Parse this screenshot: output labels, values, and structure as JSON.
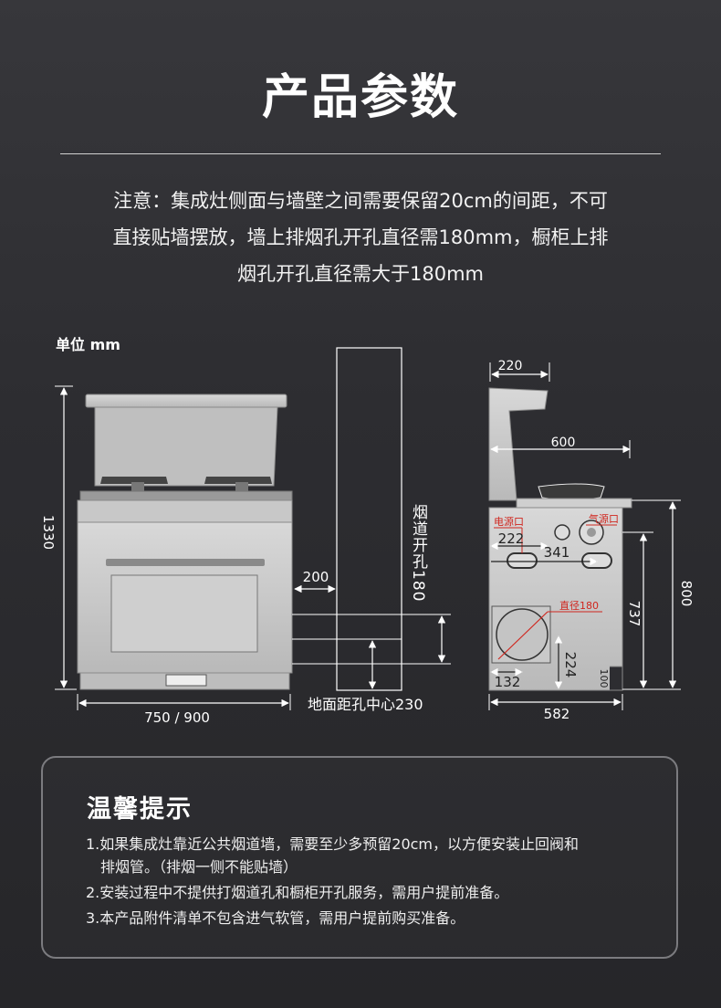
{
  "header": {
    "title": "产品参数"
  },
  "notice": {
    "line1": "注意：集成灶侧面与墙壁之间需要保留20cm的间距，不可",
    "line2": "直接贴墙摆放，墙上排烟孔开孔直径需180mm，橱柜上排",
    "line3": "烟孔开孔直径需大于180mm"
  },
  "diagram": {
    "unit_label": "单位 mm",
    "front": {
      "height": "1330",
      "width": "750 / 900",
      "side_gap": "200",
      "hole_label": "烟道开孔180",
      "floor_label": "地面距孔中心230"
    },
    "side": {
      "top_depth": "220",
      "hood_depth": "600",
      "power_label": "电源口",
      "gas_label": "气源口",
      "power_offset": "222",
      "gas_offset": "341",
      "hole_label": "直径180",
      "hole_left": "132",
      "hole_height": "224",
      "foot_height": "100",
      "counter_height": "737",
      "total_height": "800",
      "depth": "582"
    }
  },
  "tips": {
    "title": "温馨提示",
    "item1_line1": "1.如果集成灶靠近公共烟道墙，需要至少多预留20cm，以方便安装止回阀和",
    "item1_line2": "排烟管。（排烟一侧不能贴墙）",
    "item2": "2.安装过程中不提供打烟道孔和橱柜开孔服务，需用户提前准备。",
    "item3": "3.本产品附件清单不包含进气软管，需用户提前购买准备。"
  },
  "colors": {
    "background": "#2d2d31",
    "panel": "#c9c9c9",
    "annotation_red": "#d0261e"
  }
}
